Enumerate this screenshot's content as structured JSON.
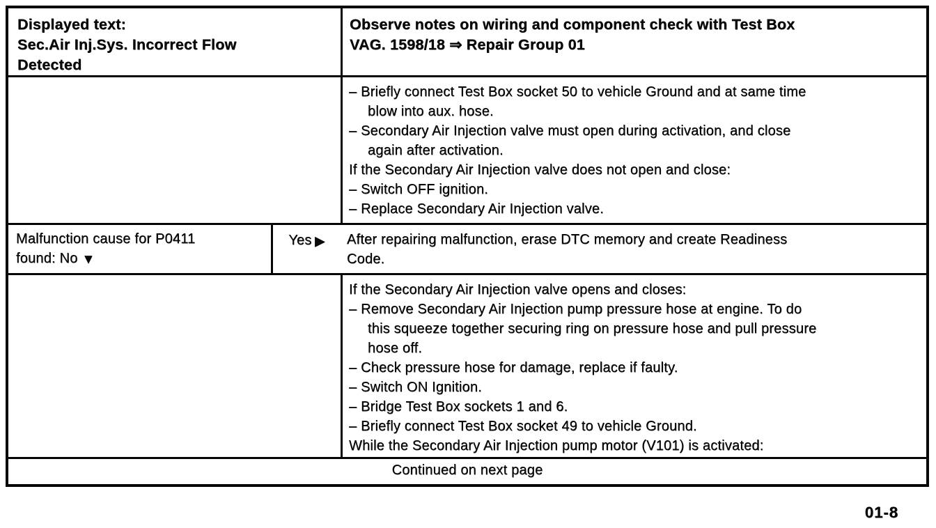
{
  "colors": {
    "ink": "#0a0a0a",
    "paper": "#ffffff"
  },
  "table": {
    "header": {
      "left_lines": [
        "Displayed text:",
        "Sec.Air Inj.Sys. Incorrect Flow",
        "Detected"
      ],
      "right_lines": [
        "Observe notes on wiring and component check with Test Box",
        "VAG. 1598/18 ⇒ Repair Group 01"
      ]
    },
    "step1": {
      "lines": [
        "– Briefly connect Test Box socket 50 to vehicle Ground and at same time",
        "blow into aux. hose.",
        "– Secondary Air Injection valve must open during activation, and close",
        "again after activation.",
        "If the Secondary Air Injection valve does not open and close:",
        "– Switch OFF ignition.",
        "– Replace Secondary Air Injection valve."
      ]
    },
    "decision": {
      "question_line1": "Malfunction cause for P0411",
      "question_line2": "found: No",
      "no_arrow": "▼",
      "yes_label": "Yes",
      "yes_arrow": "▶",
      "result_lines": [
        "After repairing malfunction, erase DTC memory and create Readiness",
        "Code."
      ]
    },
    "step2": {
      "lines": [
        "If the Secondary Air Injection valve opens and closes:",
        "– Remove Secondary Air Injection pump pressure hose at engine. To do",
        "this squeeze together securing ring on pressure hose and pull pressure",
        "hose off.",
        "– Check pressure hose for damage, replace if faulty.",
        "– Switch ON Ignition.",
        "– Bridge Test Box sockets 1 and 6.",
        "– Briefly connect Test Box socket 49 to vehicle Ground.",
        "While the Secondary Air Injection pump motor (V101) is activated:"
      ]
    },
    "footer_note": "Continued on next page"
  },
  "page": {
    "number": "01-8"
  }
}
